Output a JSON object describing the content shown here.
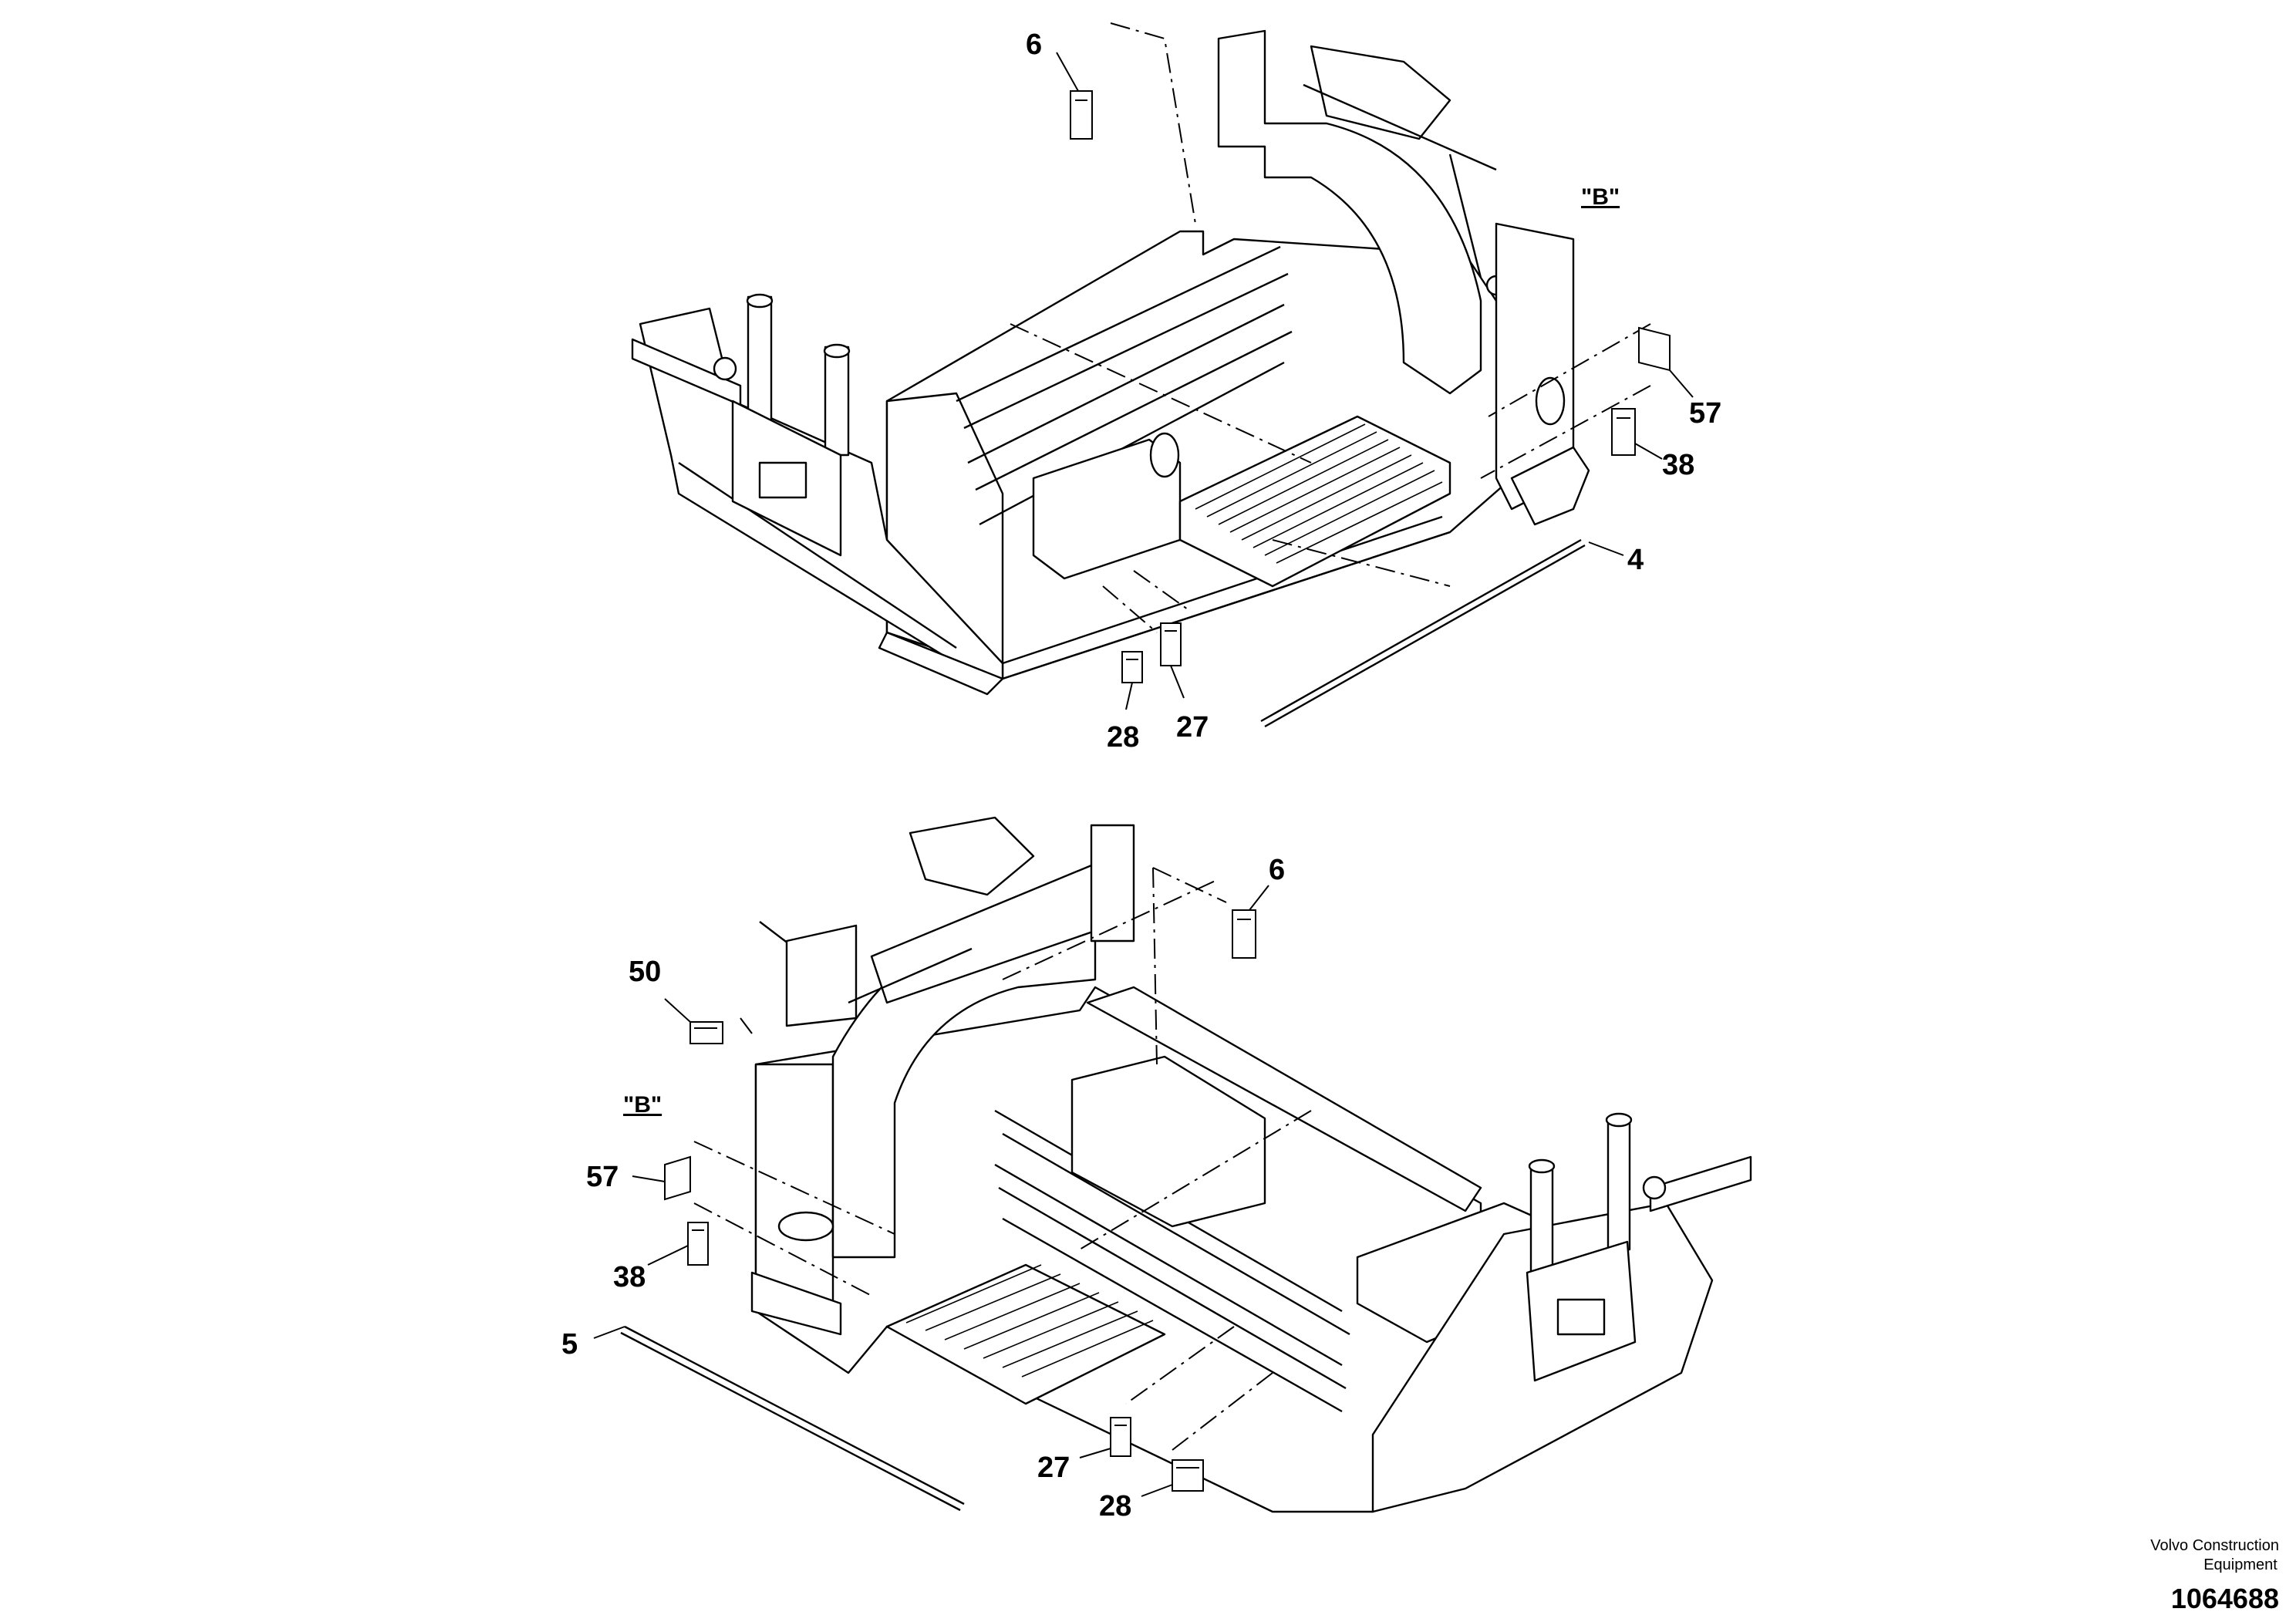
{
  "diagram": {
    "callouts": {
      "top_6": "6",
      "top_b": "\"B\"",
      "top_57": "57",
      "top_38": "38",
      "top_4": "4",
      "top_28": "28",
      "top_27": "27",
      "bot_6": "6",
      "bot_50": "50",
      "bot_b": "\"B\"",
      "bot_57": "57",
      "bot_38": "38",
      "bot_5": "5",
      "bot_27": "27",
      "bot_28": "28"
    },
    "footer": {
      "brand_line1": "Volvo Construction",
      "brand_line2": "Equipment",
      "doc_number": "1064688"
    }
  }
}
